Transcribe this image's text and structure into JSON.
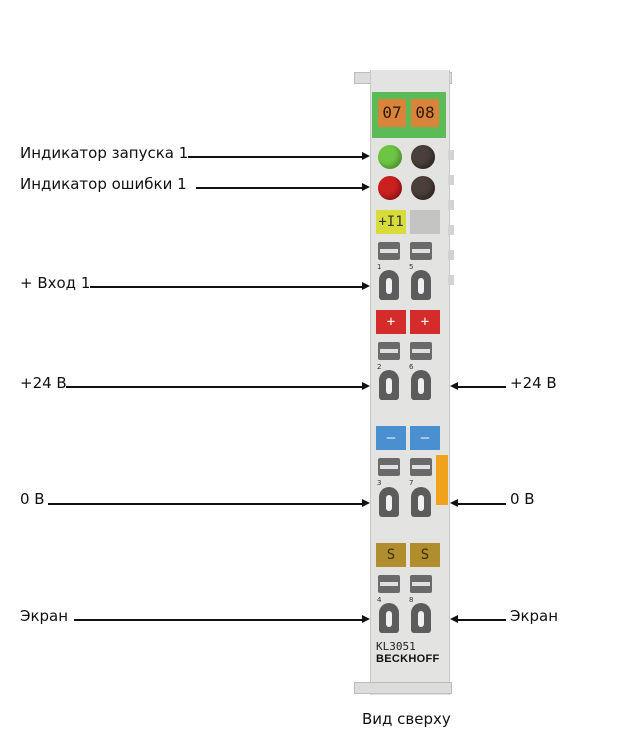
{
  "labels": {
    "run_led": "Индикатор запуска 1",
    "error_led": "Индикатор ошибки 1",
    "input1": "+ Вход 1",
    "plus24_left": "+24 В",
    "plus24_right": "+24 В",
    "zero_left": "0 В",
    "zero_right": "0 В",
    "shield_left": "Экран",
    "shield_right": "Экран",
    "caption": "Вид сверху"
  },
  "module": {
    "channel_a": "07",
    "channel_b": "08",
    "input_tag": "+I1",
    "plus_sign": "+",
    "minus_sign": "–",
    "shield_sign": "S",
    "model": "KL3051",
    "brand": "BECKHOFF",
    "contacts": [
      "1",
      "5",
      "2",
      "6",
      "3",
      "7",
      "4",
      "8"
    ]
  },
  "colors": {
    "green_bar": "#5dbb57",
    "number_box": "#d9843a",
    "run_led": "#6cc643",
    "error_led": "#cc1f1f",
    "input_box": "#d7dc3a",
    "plus_box": "#d42b2b",
    "minus_box": "#4a90d0",
    "shield_box": "#b08e2e"
  }
}
